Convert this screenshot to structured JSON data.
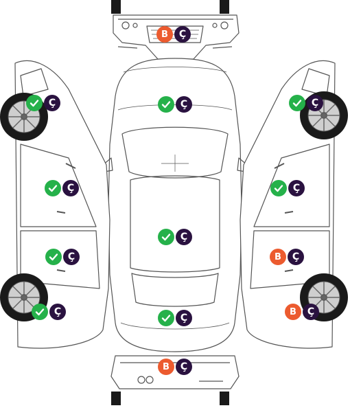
{
  "colors": {
    "ok_green": "#25b14a",
    "changed_purple": "#2a1240",
    "painted_orange": "#ec5b2f",
    "outline": "#555555",
    "tire": "#1a1a1a"
  },
  "legend_glyphs": {
    "painted": "B",
    "changed": "Ç",
    "original_icon": "check-icon"
  },
  "parts": [
    {
      "id": "front-bumper",
      "status": "painted",
      "code": "B",
      "changed_code": "Ç"
    },
    {
      "id": "hood",
      "status": "original",
      "changed_code": "Ç"
    },
    {
      "id": "roof",
      "status": "original",
      "changed_code": "Ç"
    },
    {
      "id": "trunk",
      "status": "original",
      "changed_code": "Ç"
    },
    {
      "id": "rear-bumper",
      "status": "painted",
      "code": "B",
      "changed_code": "Ç"
    },
    {
      "id": "left-front-fender",
      "status": "original",
      "changed_code": "Ç"
    },
    {
      "id": "left-front-door",
      "status": "original",
      "changed_code": "Ç"
    },
    {
      "id": "left-rear-door",
      "status": "original",
      "changed_code": "Ç"
    },
    {
      "id": "left-rear-fender",
      "status": "original",
      "changed_code": "Ç"
    },
    {
      "id": "right-front-fender",
      "status": "original",
      "changed_code": "Ç"
    },
    {
      "id": "right-front-door",
      "status": "original",
      "changed_code": "Ç"
    },
    {
      "id": "right-rear-door",
      "status": "painted",
      "code": "B",
      "changed_code": "Ç"
    },
    {
      "id": "right-rear-fender",
      "status": "painted",
      "code": "B",
      "changed_code": "Ç"
    }
  ]
}
